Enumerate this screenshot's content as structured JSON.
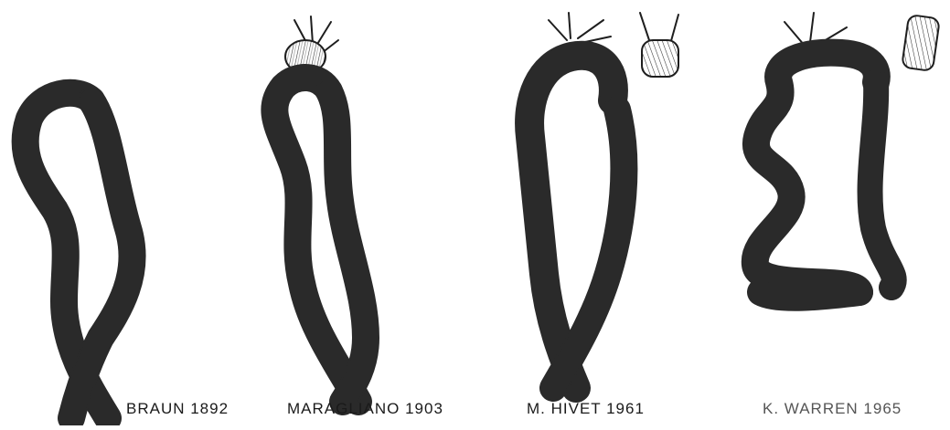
{
  "figure": {
    "panels": [
      {
        "id": "braun",
        "caption": "BRAUN 1892"
      },
      {
        "id": "maragliano",
        "caption": "MARAGLIANO 1903"
      },
      {
        "id": "hivet",
        "caption": "M. HIVET 1961"
      },
      {
        "id": "warren",
        "caption": "K. WARREN 1965"
      }
    ]
  }
}
